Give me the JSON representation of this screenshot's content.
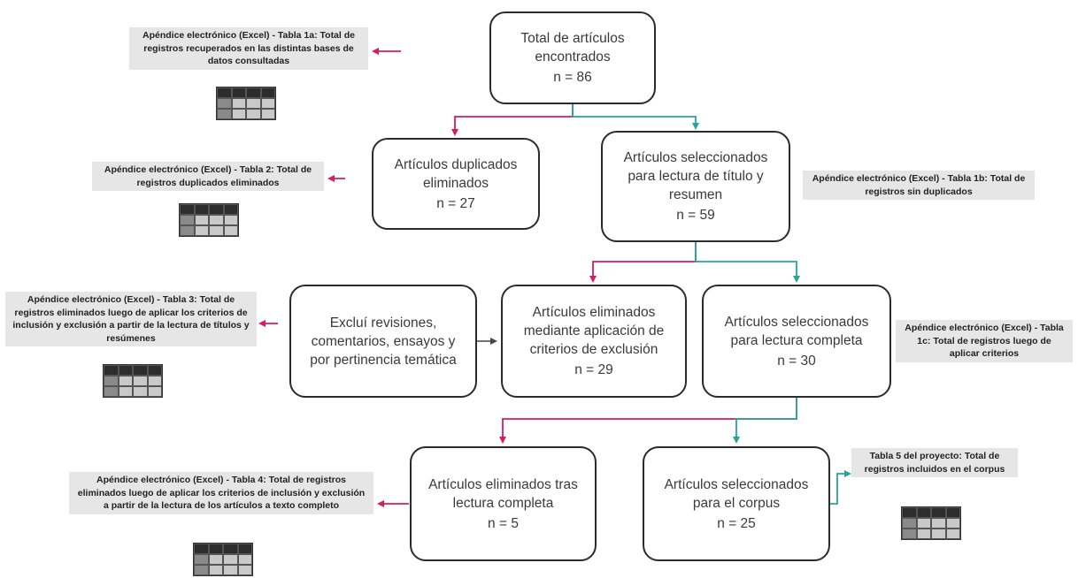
{
  "colors": {
    "exclude_arrow": "#d81b60",
    "include_arrow": "#26a69a",
    "box_border": "#2b2b2b",
    "note_bg": "#e6e6e6"
  },
  "boxes": {
    "total": {
      "title": "Total de artículos encontrados",
      "n": "n = 86"
    },
    "duplicados": {
      "title": "Artículos duplicados eliminados",
      "n": "n = 27"
    },
    "sel_titulo": {
      "title": "Artículos seleccionados para lectura de título y resumen",
      "n": "n = 59"
    },
    "excluí": {
      "title": "Excluí revisiones, comentarios, ensayos y por pertinencia temática",
      "n": ""
    },
    "elim_criterios": {
      "title": "Artículos eliminados mediante aplicación de criterios de exclusión",
      "n": "n = 29"
    },
    "sel_completa": {
      "title": "Artículos seleccionados para lectura completa",
      "n": "n = 30"
    },
    "elim_completa": {
      "title": "Artículos eliminados tras lectura completa",
      "n": "n = 5"
    },
    "corpus": {
      "title": "Artículos seleccionados para el corpus",
      "n": "n = 25"
    }
  },
  "notes": {
    "t1a": "Apéndice electrónico (Excel) - Tabla 1a: Total de registros recuperados en las distintas bases de datos consultadas",
    "t2": "Apéndice electrónico (Excel) - Tabla 2: Total de registros duplicados eliminados",
    "t1b": "Apéndice electrónico (Excel) - Tabla 1b: Total de registros sin duplicados",
    "t3": "Apéndice electrónico (Excel) - Tabla 3: Total de registros eliminados luego de aplicar los criterios de inclusión y exclusión a partir de la lectura de títulos y resúmenes",
    "t1c": "Apéndice electrónico (Excel) - Tabla 1c: Total de registros luego de aplicar criterios",
    "t4": "Apéndice electrónico (Excel) - Tabla 4: Total de registros eliminados luego de aplicar los criterios de inclusión y exclusión a partir de la lectura de los artículos a texto completo",
    "t5": "Tabla 5 del proyecto: Total de registros incluidos en el corpus"
  },
  "icons": {
    "table": "spreadsheet-table-icon"
  }
}
